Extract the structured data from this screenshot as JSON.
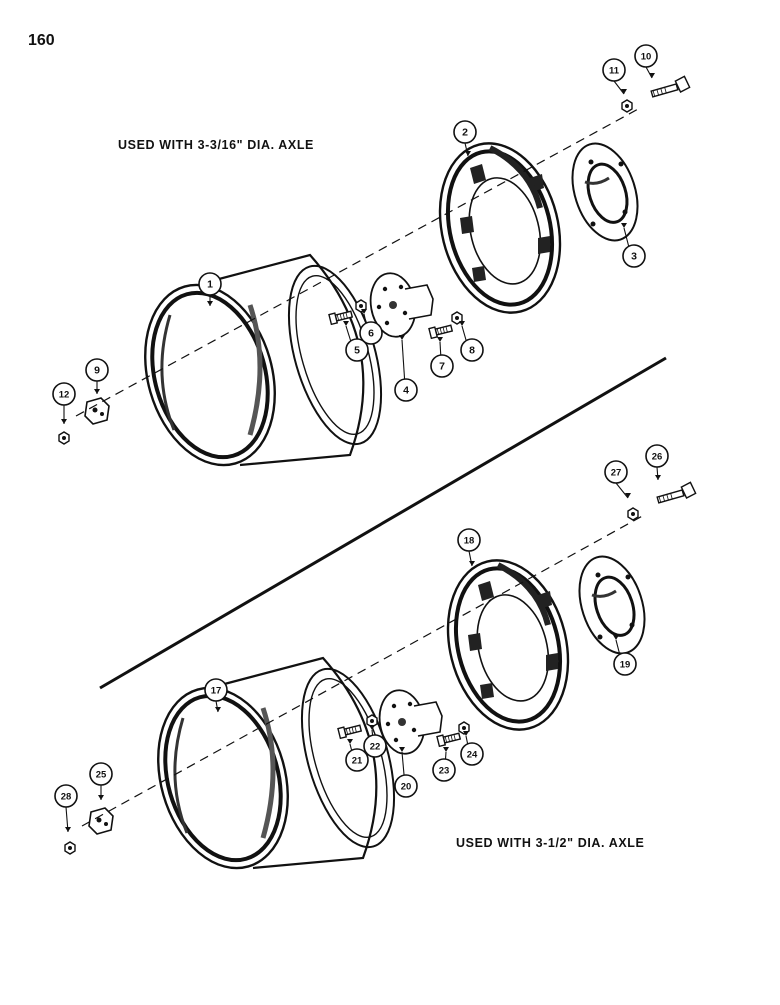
{
  "page_number": "160",
  "captions": {
    "top": "USED WITH 3-3/16\" DIA. AXLE",
    "bottom": "USED WITH 3-1/2\" DIA. AXLE"
  },
  "callouts": {
    "top": [
      "1",
      "2",
      "3",
      "4",
      "5",
      "6",
      "7",
      "8",
      "9",
      "10",
      "11",
      "12"
    ],
    "bottom": [
      "17",
      "18",
      "19",
      "20",
      "21",
      "22",
      "23",
      "24",
      "25",
      "26",
      "27",
      "28"
    ]
  }
}
